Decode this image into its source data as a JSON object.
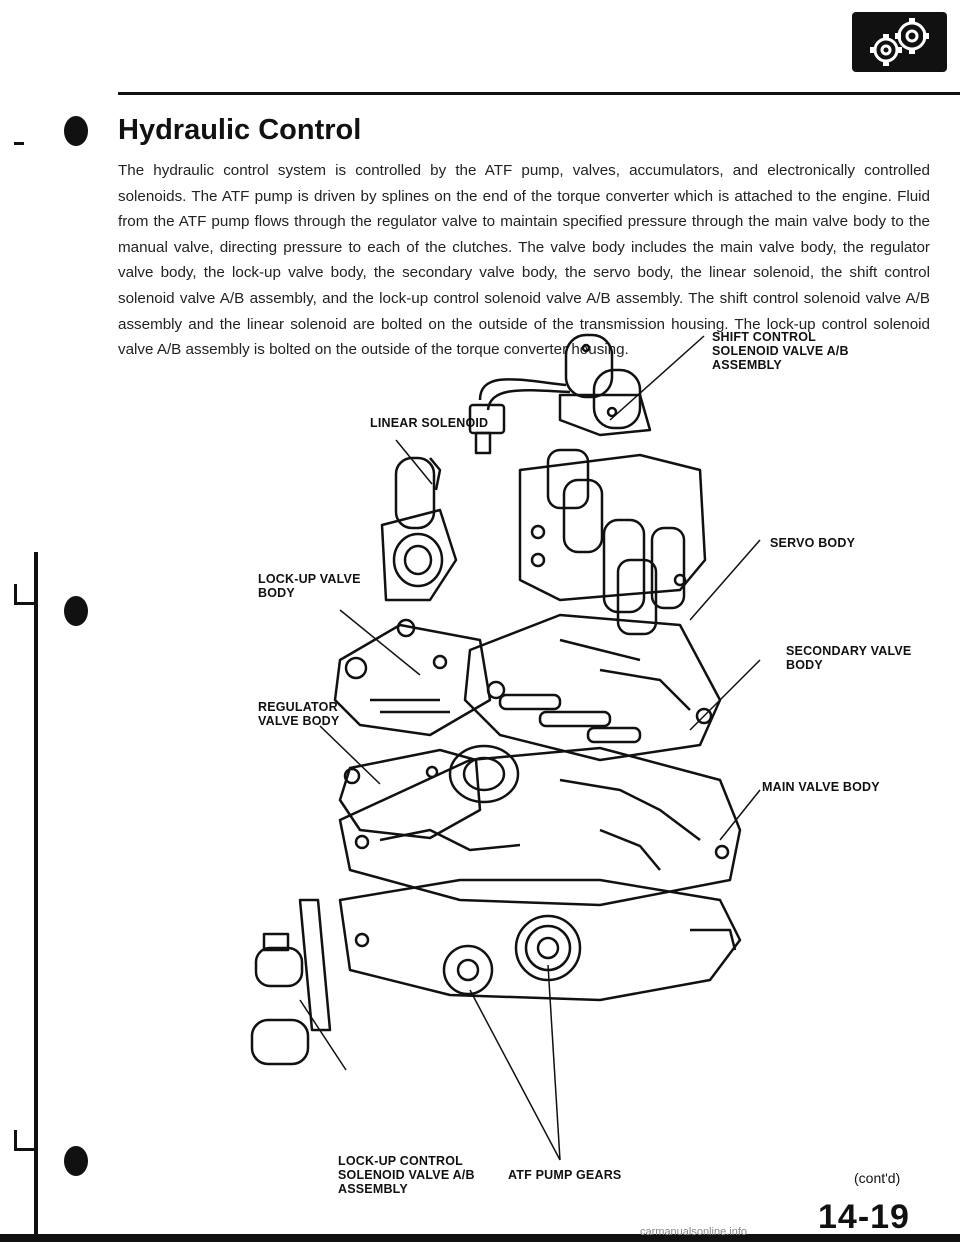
{
  "header": {
    "title": "Hydraulic Control",
    "gear_badge_icon": "gears-icon"
  },
  "body_paragraph": "The hydraulic control system is controlled by the ATF pump, valves, accumulators, and electronically controlled solenoids. The ATF pump is driven by splines on the end of the torque converter which is attached to the engine. Fluid from the ATF pump flows through the regulator valve to maintain specified pressure through the main valve body to the manual valve, directing pressure to each of the clutches. The valve body includes the main valve body, the regulator valve body, the lock-up valve body, the secondary valve body, the servo body, the linear solenoid, the shift control solenoid valve A/B assembly, and the lock-up control solenoid valve A/B assembly. The shift control solenoid valve A/B assembly and the linear solenoid are bolted on the outside of the transmission housing. The lock-up control solenoid valve A/B assembly is bolted on the outside of the torque converter housing.",
  "labels": {
    "shift_control": "SHIFT CONTROL\nSOLENOID VALVE A/B\nASSEMBLY",
    "linear_solenoid": "LINEAR SOLENOID",
    "servo_body": "SERVO BODY",
    "lockup_valve_body": "LOCK-UP VALVE\nBODY",
    "secondary_valve_body": "SECONDARY VALVE\nBODY",
    "regulator_valve_body": "REGULATOR\nVALVE BODY",
    "main_valve_body": "MAIN VALVE BODY",
    "lockup_control": "LOCK-UP CONTROL\nSOLENOID VALVE A/B\nASSEMBLY",
    "atf_pump_gears": "ATF PUMP GEARS"
  },
  "footer": {
    "contd": "(cont'd)",
    "page_number": "14-19",
    "watermark": "carmanualsonline.info"
  }
}
